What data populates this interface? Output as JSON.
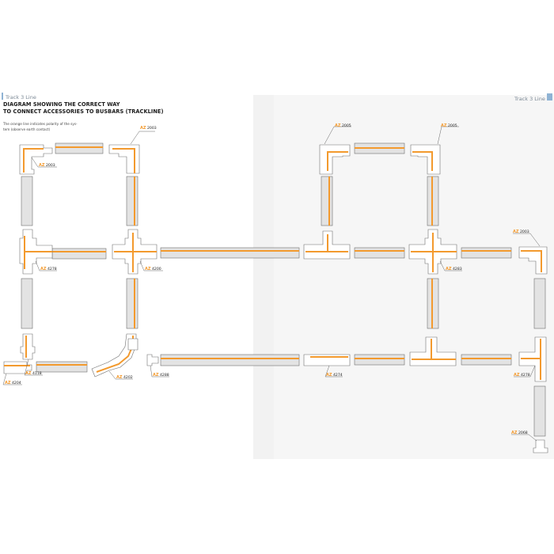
{
  "header": {
    "left_tag": "Track 3 Line",
    "right_tag": "Track 3 Line",
    "title_line1": "DIAGRAM SHOWING THE CORRECT WAY",
    "title_line2": "TO CONNECT ACCESSORIES TO BUSBARS (TRACKLINE)",
    "note_line1": "The orange line indicates polarity of the sys-",
    "note_line2": "tem (observe earth contact)"
  },
  "labels": {
    "prefix": "AZ",
    "l2003a": "2003",
    "l2003b": "2003",
    "l4278a": "4278",
    "l4200": "4200",
    "l4118": "4118",
    "l4204": "4204",
    "l4202": "4202",
    "l4288": "4288",
    "l2005a": "2005",
    "l2005b": "2005",
    "l4283": "4283",
    "l4274": "4274",
    "l2003c": "2003",
    "l4278b": "4278",
    "l2068": "2068"
  },
  "colors": {
    "polarity_line": "#f39a2e",
    "busbar_fill": "#e3e3e3",
    "outline": "#6f6f6f"
  }
}
